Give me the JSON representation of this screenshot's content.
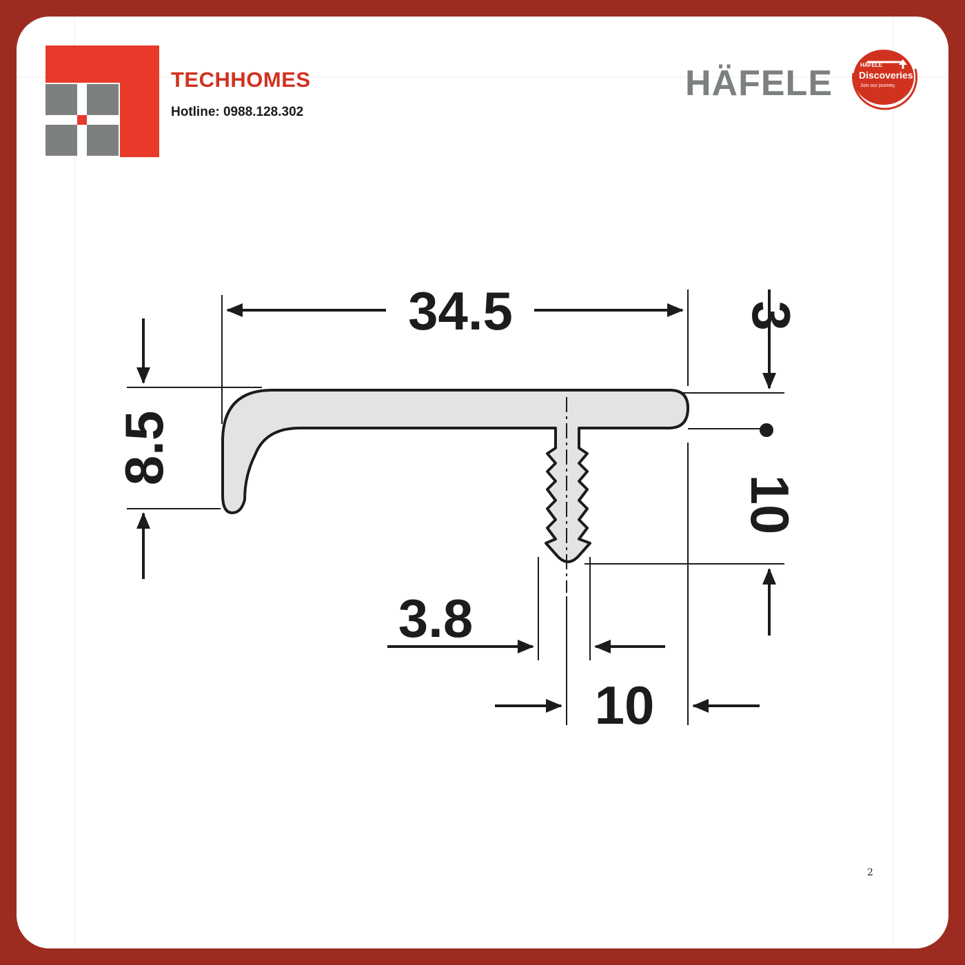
{
  "header": {
    "brand_name": "TECHHOMES",
    "hotline": "Hotline: 0988.128.302",
    "partner_logo_text": "HÄFELE",
    "partner_badge": {
      "brand": "HÄFELE",
      "title": "Discoveries",
      "tagline": "Join our journey."
    }
  },
  "diagram": {
    "dimensions": {
      "top_width": "34.5",
      "overall_height": "8.5",
      "top_thickness": "3",
      "stem_depth": "10",
      "stem_width": "3.8",
      "stem_offset": "10"
    }
  },
  "footer": {
    "page_number": "2"
  },
  "colors": {
    "frame": "#9e2b20",
    "brand_red": "#d1321f",
    "logo_gray": "#7c8080",
    "profile_fill": "#e3e3e3",
    "line": "#1c1c1c"
  }
}
